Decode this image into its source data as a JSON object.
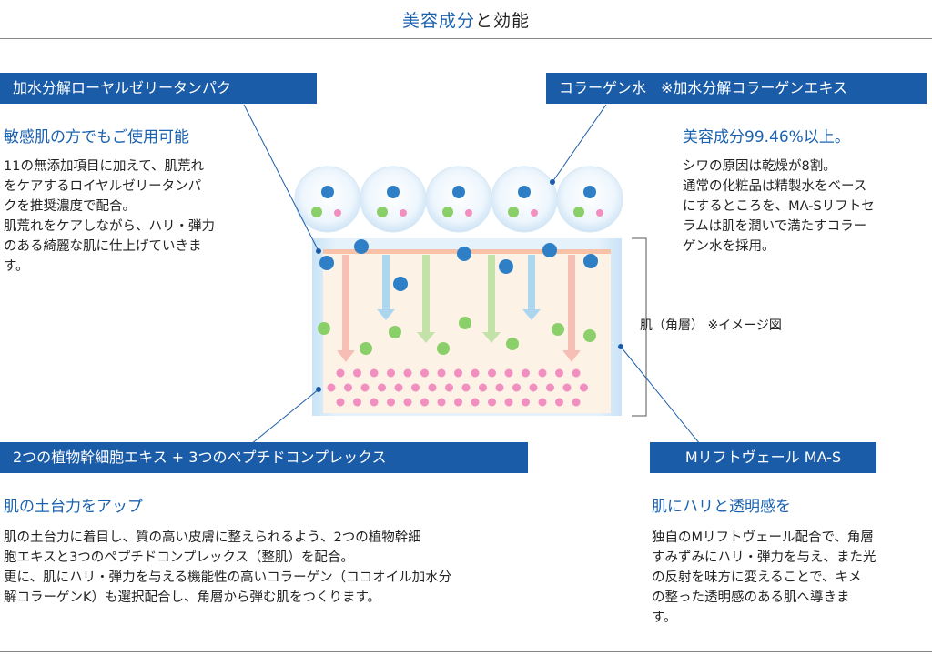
{
  "title": {
    "accent": "美容成分",
    "rest": "と効能"
  },
  "sections": {
    "royal_jelly": {
      "banner": "加水分解ローヤルゼリータンパク",
      "heading": "敏感肌の方でもご使用可能",
      "lines": [
        "11の無添加項目に加えて、肌荒れ",
        "をケアするロイヤルゼリータンパ",
        "クを推奨濃度で配合。",
        "肌荒れをケアしながら、ハリ・弾力",
        "のある綺麗な肌に仕上げていきま",
        "す。"
      ]
    },
    "collagen_water": {
      "banner": "コラーゲン水　※加水分解コラーゲンエキス",
      "heading": "美容成分99.46%以上。",
      "lines": [
        "シワの原因は乾燥が8割。",
        "通常の化粧品は精製水をベース",
        "にするところを、MA-Sリフトセ",
        "ラムは肌を潤いで満たすコラー",
        "ゲン水を採用。"
      ]
    },
    "plant_peptide": {
      "banner": "2つの植物幹細胞エキス + 3つのペプチドコンプレックス",
      "heading": "肌の土台力をアップ",
      "lines": [
        "肌の土台力に着目し、質の高い皮膚に整えられるよう、2つの植物幹細",
        "胞エキスと3つのペプチドコンプレックス（整肌）を配合。",
        "更に、肌にハリ・弾力を与える機能性の高いコラーゲン（ココオイル加水分",
        "解コラーゲンK）も選択配合し、角層から弾む肌をつくります。"
      ]
    },
    "m_lift": {
      "banner": "Mリフトヴェール MA-S",
      "heading": "肌にハリと透明感を",
      "lines": [
        "独自のMリフトヴェール配合で、角層",
        "すみずみにハリ・弾力を与え、また光",
        "の反射を味方に変えることで、キメ",
        "の整った透明感のある肌へ導きま",
        "す。"
      ]
    }
  },
  "skin_label": "肌（角層） ※イメージ図",
  "colors": {
    "blue": "#1a5ca8",
    "accent_text": "#1a62b0",
    "blue_dot": "#2e7fc6",
    "green_dot": "#8bcf6b",
    "pink_dot": "#f08fc0"
  }
}
